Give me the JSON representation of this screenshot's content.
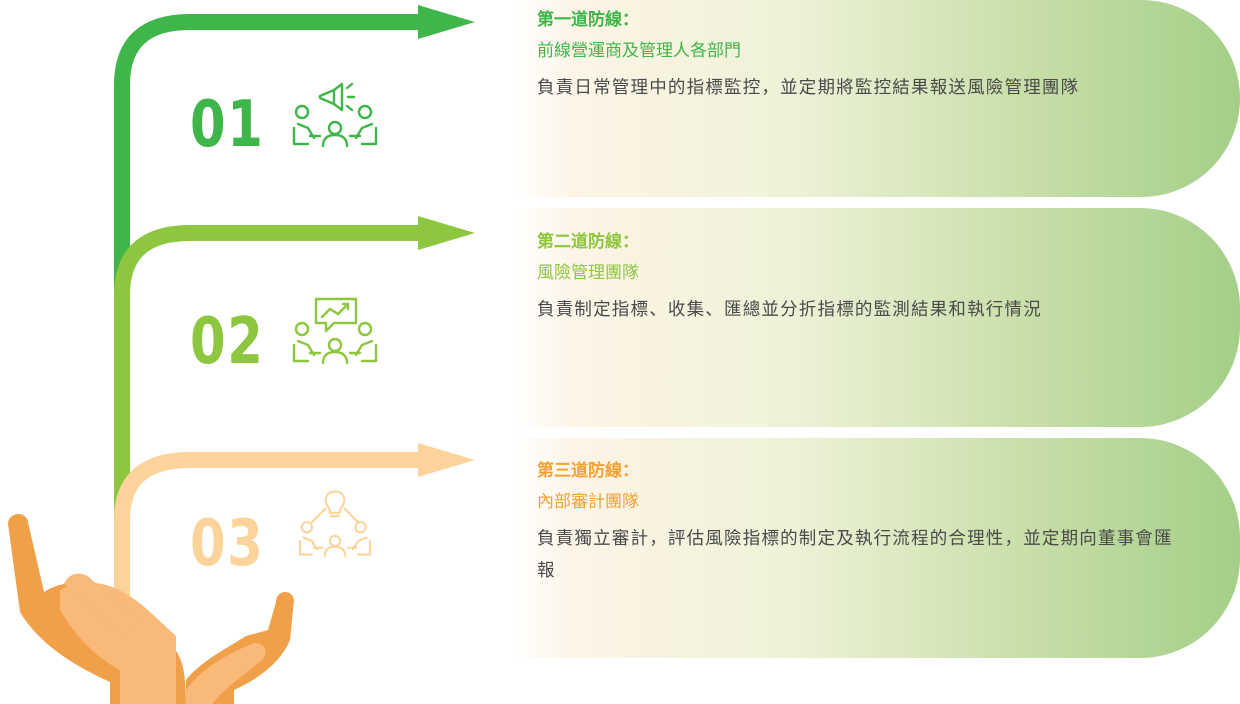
{
  "colors": {
    "line1": "#3fb54a",
    "line2": "#8dc63f",
    "line3": "#fcd39a",
    "hand_light": "#f8b979",
    "hand_dark": "#f1a04a",
    "panel_green": "#a4cf88",
    "panel_cream": "#fdf4e6"
  },
  "lines": [
    {
      "number": "01",
      "icon": "meeting-megaphone-icon",
      "heading": "第一道防線：",
      "subheading": "前線營運商及管理人各部門",
      "description": "負責日常管理中的指標監控，並定期將監控結果報送風險管理團隊"
    },
    {
      "number": "02",
      "icon": "meeting-growth-chart-icon",
      "heading": "第二道防線：",
      "subheading": "風險管理團隊",
      "description": "負責制定指標、收集、匯總並分折指標的監測結果和執行情況"
    },
    {
      "number": "03",
      "icon": "meeting-idea-bulb-icon",
      "heading": "第三道防線：",
      "subheading": "內部審計團隊",
      "description": "負責獨立審計，評估風險指標的制定及執行流程的合理性，並定期向董事會匯報"
    }
  ]
}
